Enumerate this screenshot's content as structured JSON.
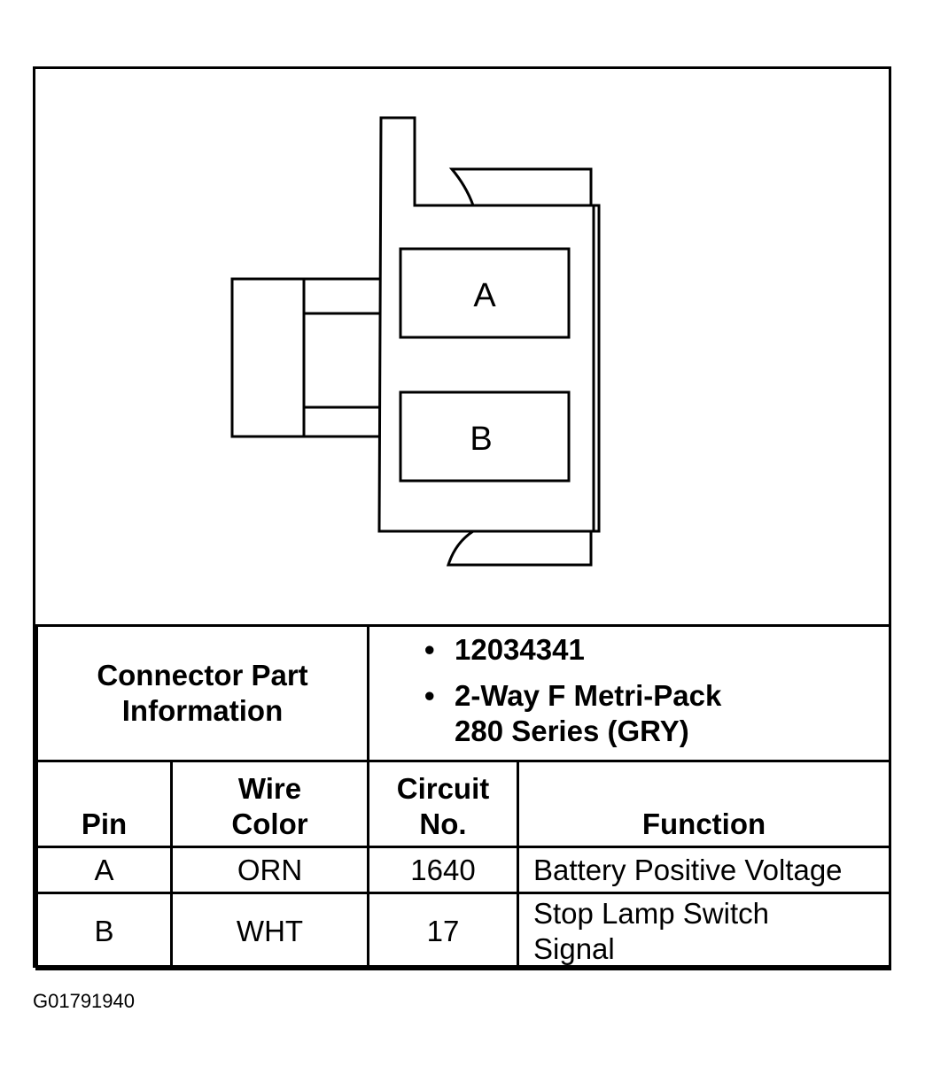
{
  "diagram": {
    "pins": [
      {
        "label": "A"
      },
      {
        "label": "B"
      }
    ]
  },
  "connector_info": {
    "label_line1": "Connector Part",
    "label_line2": "Information",
    "part_number": "12034341",
    "description_line1": "2-Way F Metri-Pack",
    "description_line2": "280 Series (GRY)"
  },
  "table": {
    "headers": {
      "pin": "Pin",
      "wire_color_line1": "Wire",
      "wire_color_line2": "Color",
      "circuit_line1": "Circuit",
      "circuit_line2": "No.",
      "function": "Function"
    },
    "rows": [
      {
        "pin": "A",
        "wire_color": "ORN",
        "circuit": "1640",
        "function_line1": "Battery Positive Voltage",
        "function_line2": ""
      },
      {
        "pin": "B",
        "wire_color": "WHT",
        "circuit": "17",
        "function_line1": "Stop Lamp Switch",
        "function_line2": "Signal"
      }
    ]
  },
  "figure_id": "G01791940"
}
